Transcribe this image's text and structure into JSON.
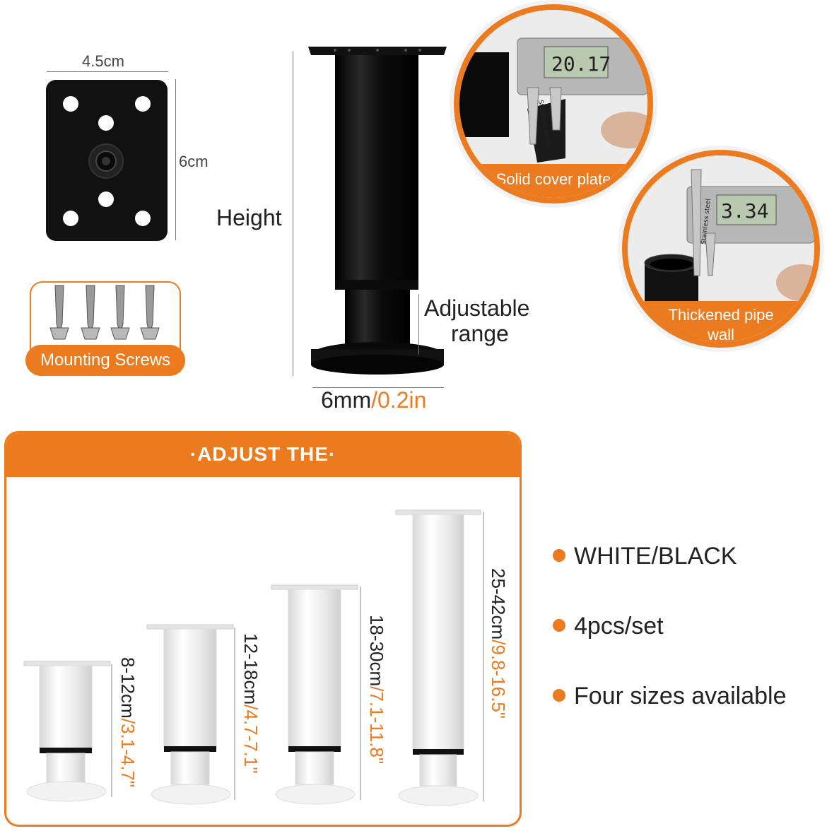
{
  "plate": {
    "width_label": "4.5cm",
    "height_label": "6cm"
  },
  "screws": {
    "label": "Mounting Screws"
  },
  "main_leg": {
    "height_label": "Height",
    "adjustable_label_line1": "Adjustable",
    "adjustable_label_line2": "range",
    "wall_value": "6mm",
    "wall_separator": "/",
    "wall_value_in": "0.2in"
  },
  "detail_1": {
    "caption": "Solid cover plate",
    "reading": "20.17"
  },
  "detail_2": {
    "caption_line1": "Thickened pipe",
    "caption_line2": "wall",
    "reading": "3.34"
  },
  "caliper_text": "Stainless steel",
  "sizes_panel": {
    "title": "·ADJUST THE·",
    "sizes": [
      {
        "cm": "8-12cm",
        "sep": "/",
        "inch": "3.1-4.7\""
      },
      {
        "cm": "12-18cm",
        "sep": "/",
        "inch": "4.7-7.1\""
      },
      {
        "cm": "18-30cm",
        "sep": "/",
        "inch": "7.1-11.8\""
      },
      {
        "cm": "25-42cm",
        "sep": "/",
        "inch": "9.8-16.5\""
      }
    ]
  },
  "features": [
    "WHITE/BLACK",
    "4pcs/set",
    "Four sizes available"
  ],
  "colors": {
    "accent": "#ec7a1e",
    "leg_black": "#111111",
    "leg_white": "#f2f2f2"
  }
}
